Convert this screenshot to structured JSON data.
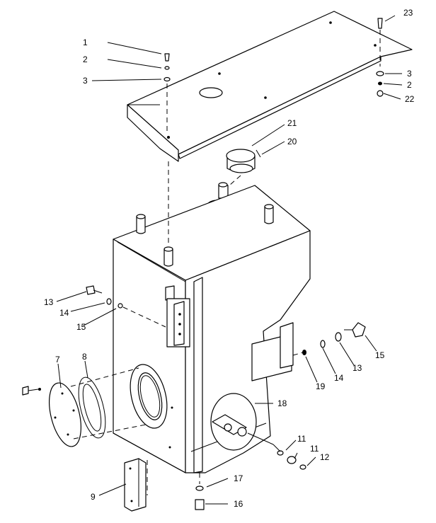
{
  "callouts": {
    "c1": "1",
    "c2_left": "2",
    "c3_left": "3",
    "c23": "23",
    "c3_right": "3",
    "c2_right": "2",
    "c22": "22",
    "c21": "21",
    "c20": "20",
    "c13_left": "13",
    "c14_left": "14",
    "c15_left": "15",
    "c15_right": "15",
    "c13_right": "13",
    "c14_right": "14",
    "c19": "19",
    "c7": "7",
    "c8": "8",
    "c18": "18",
    "c11_a": "11",
    "c11_b": "11",
    "c12": "12",
    "c17": "17",
    "c9": "9",
    "c16": "16"
  },
  "colors": {
    "line": "#000000",
    "paper": "#ffffff"
  }
}
